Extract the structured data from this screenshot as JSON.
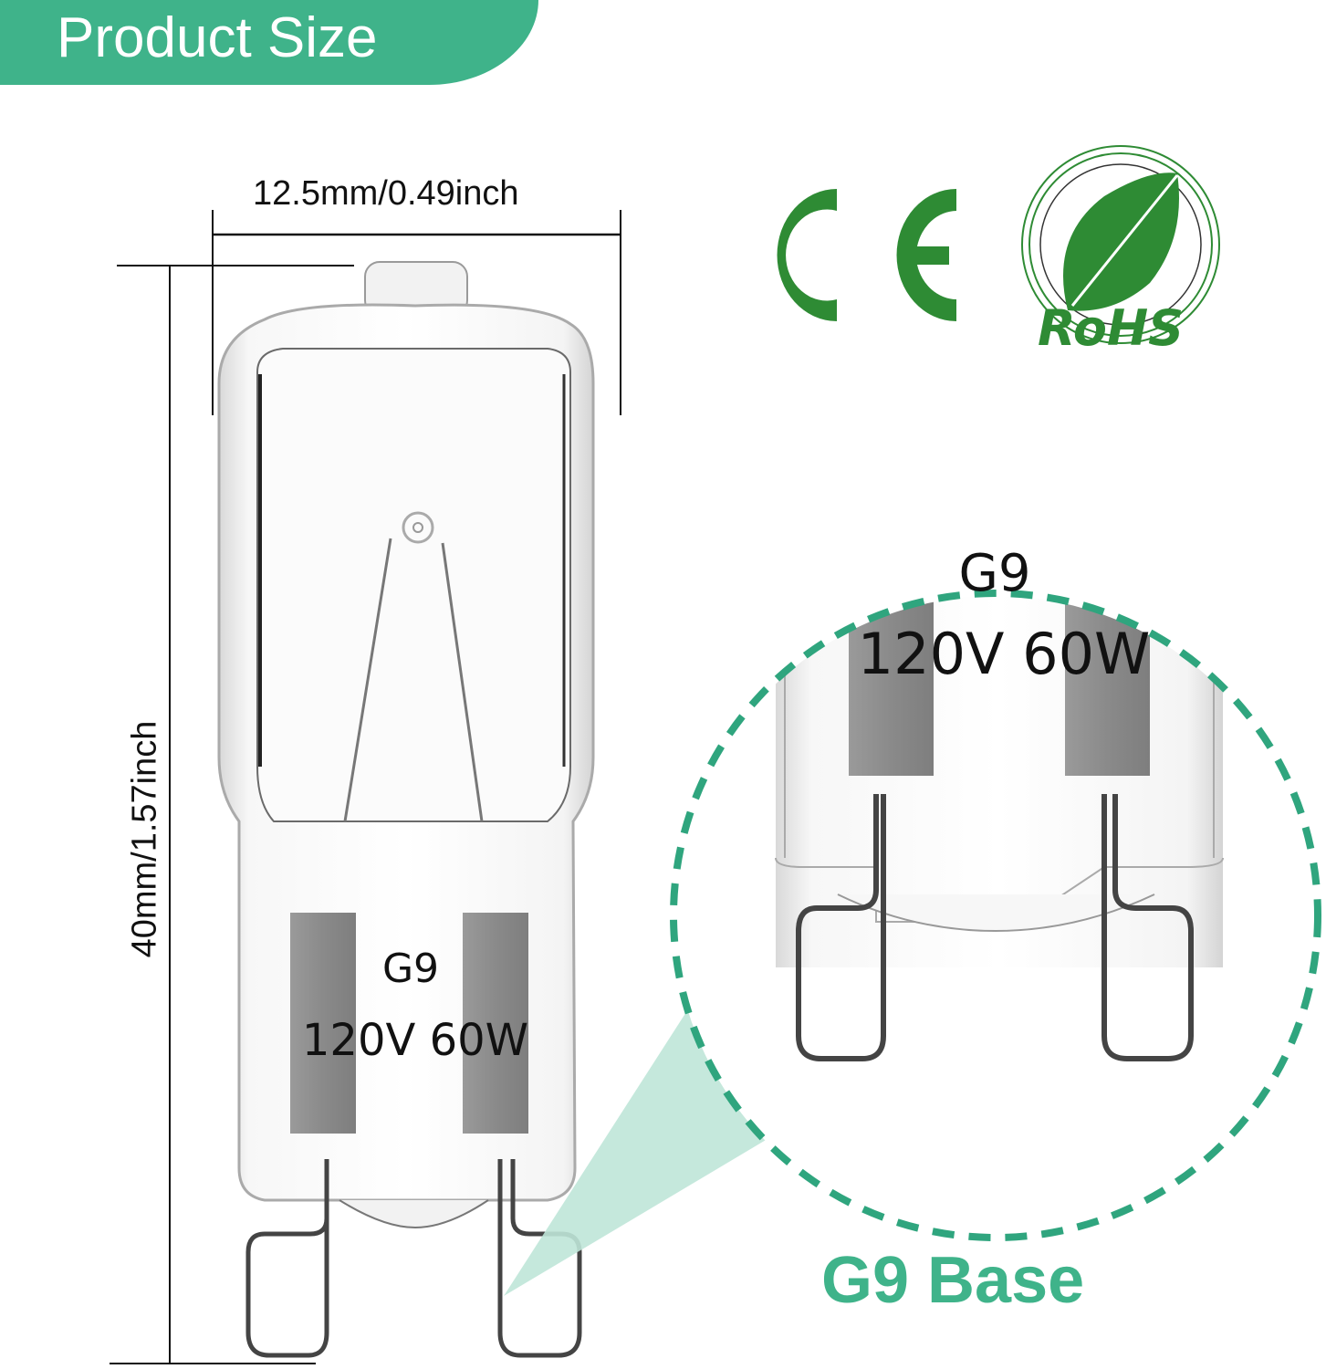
{
  "banner": {
    "title": "Product Size",
    "color": "#3fb38a"
  },
  "dimensions": {
    "width_label": "12.5mm/0.49inch",
    "height_label": "40mm/1.57inch"
  },
  "certifications": [
    {
      "name": "CE",
      "icon": "ce-mark-icon",
      "color": "#2e8b34"
    },
    {
      "name": "RoHS",
      "icon": "rohs-leaf-icon",
      "color": "#2e8b34"
    }
  ],
  "bulb_label": {
    "type": "G9",
    "spec": "120V 60W"
  },
  "zoom_label": {
    "type": "G9",
    "spec": "120V 60W"
  },
  "base_caption": "G9 Base",
  "colors": {
    "accent": "#3fb38a",
    "highlight": "#bfe6d8",
    "sticker": "#8e8e8e"
  }
}
